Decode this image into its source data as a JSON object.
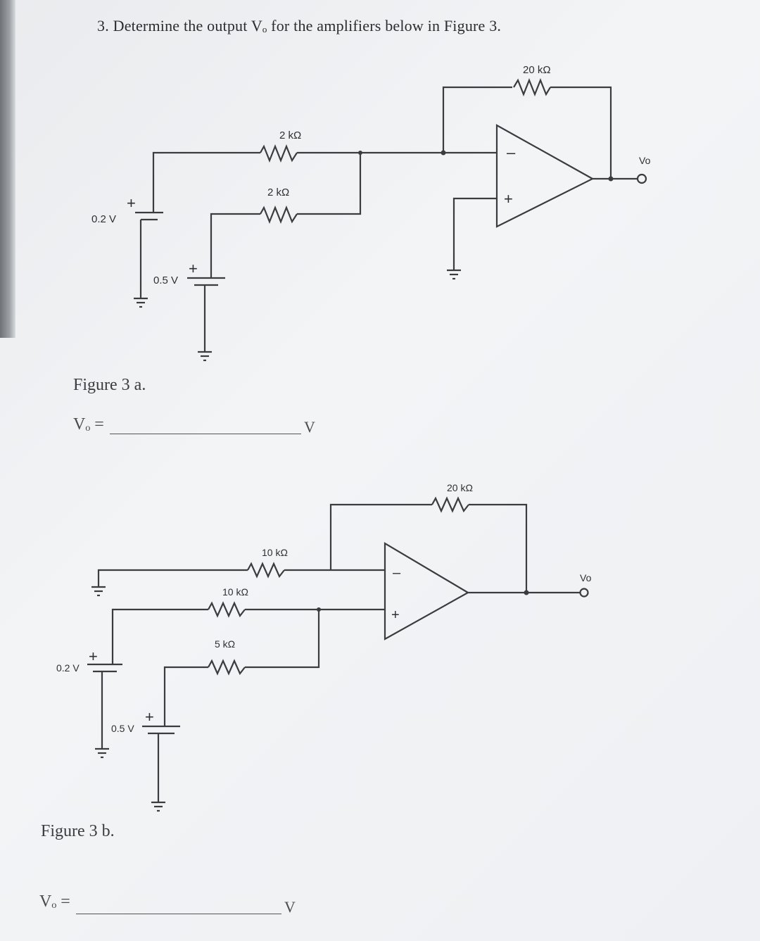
{
  "question": {
    "text": "3. Determine the output Vₒ for the amplifiers below in Figure 3."
  },
  "figure_a": {
    "caption": "Figure 3 a.",
    "resistors": {
      "feedback": "20 kΩ",
      "input_top": "2 kΩ",
      "input_bottom": "2 kΩ"
    },
    "sources": {
      "v1": "0.2 V",
      "v2": "0.5 V"
    },
    "output_label": "Vo",
    "answer_prefix": "Vₒ =",
    "answer_unit": "V",
    "opamp": {
      "minus": "–",
      "plus": "+"
    },
    "plus_sign": "+"
  },
  "figure_b": {
    "caption": "Figure 3 b.",
    "resistors": {
      "feedback": "20 kΩ",
      "input_1": "10 kΩ",
      "input_2": "10 kΩ",
      "input_3": "5 kΩ"
    },
    "sources": {
      "v1": "0.2 V",
      "v2": "0.5 V"
    },
    "output_label": "Vo",
    "answer_prefix": "Vₒ =",
    "answer_unit": "V",
    "opamp": {
      "minus": "–",
      "plus": "+"
    },
    "plus_sign": "+"
  }
}
